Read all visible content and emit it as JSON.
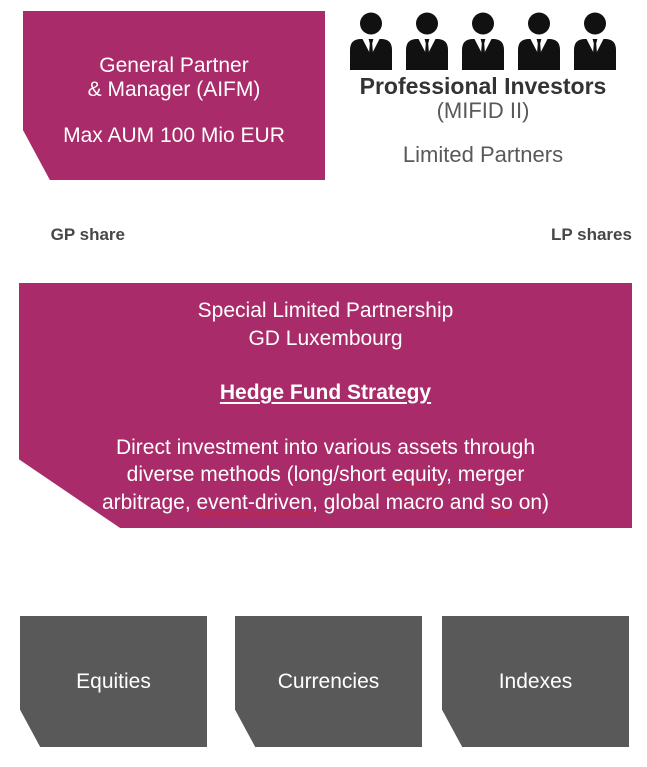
{
  "colors": {
    "magenta": "#A92B69",
    "dark_gray": "#595959",
    "arrow_gray": "#8F8F8F",
    "label_gray": "#474747",
    "squiggle_red": "#d22222"
  },
  "gp_box": {
    "line1": "General Partner",
    "line2": "& Manager (AIFM)",
    "aum": "Max AUM 100 Mio EUR"
  },
  "investors": {
    "icon_count": 5,
    "icon": "businessperson-icon",
    "title": "Professional Investors",
    "subtitle": "(MIFID II)",
    "role": "Limited Partners"
  },
  "flows": {
    "gp_label": "GP share",
    "lp_label": "LP shares"
  },
  "slp_box": {
    "line1": "Special Limited Partnership",
    "line2": "GD Luxembourg",
    "strategy": "Hedge Fund Strategy",
    "body_lines": [
      [
        {
          "text": "Direct investment into various assets through"
        }
      ],
      [
        {
          "text": "diverse methods (long/short "
        },
        {
          "text": "equity",
          "misspelled": true
        },
        {
          "text": ", merger"
        }
      ],
      [
        {
          "text": "arbitrage, "
        },
        {
          "text": "event-driven",
          "misspelled": true
        },
        {
          "text": ", global macro and "
        },
        {
          "text": "so",
          "misspelled": true
        },
        {
          "text": " on)"
        }
      ]
    ]
  },
  "assets": [
    {
      "label": "Equities"
    },
    {
      "label": "Currencies"
    },
    {
      "label": "Indexes"
    }
  ]
}
